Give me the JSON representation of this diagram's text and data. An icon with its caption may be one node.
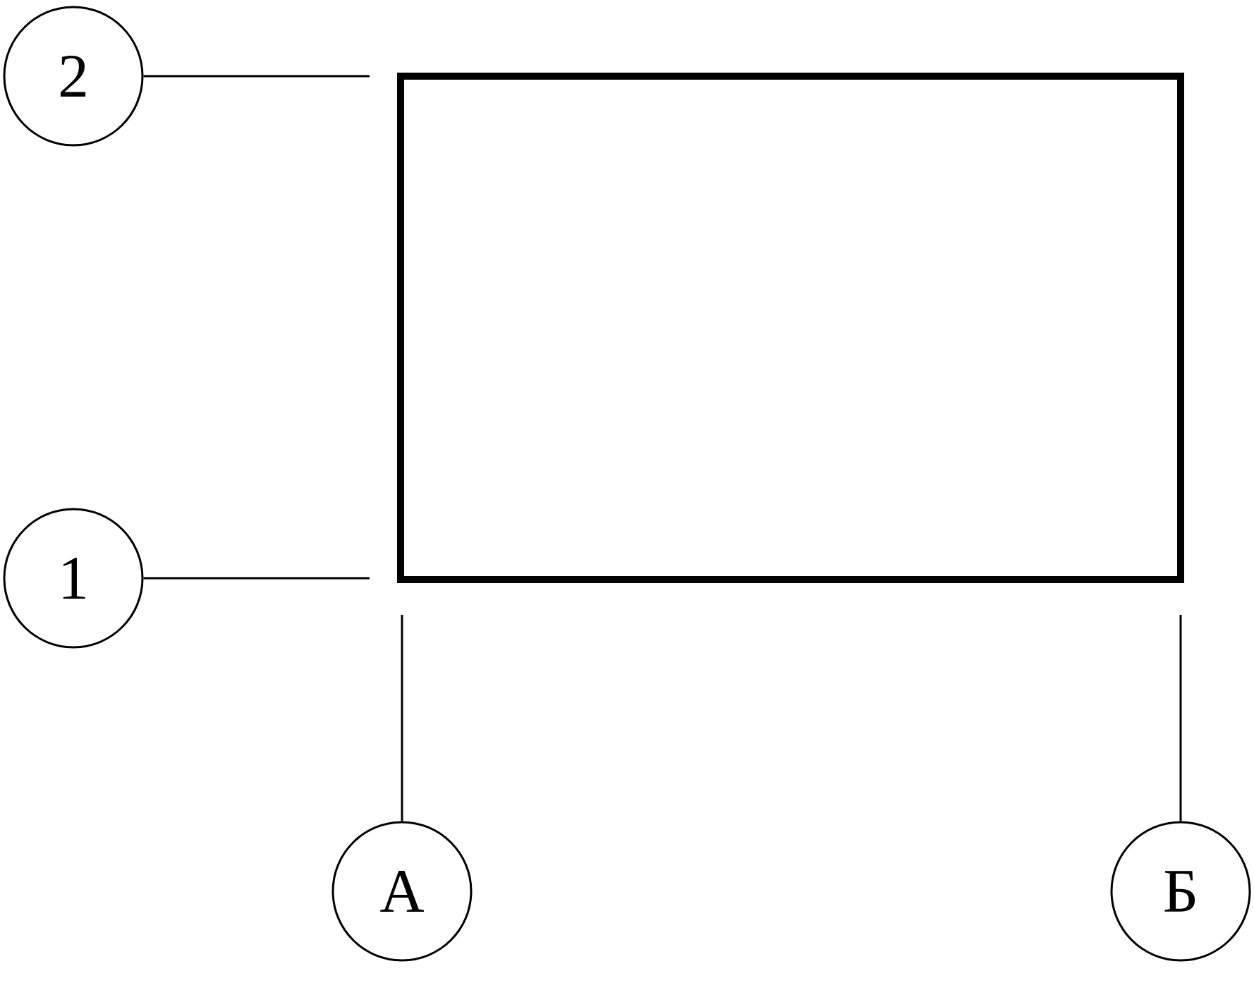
{
  "diagram": {
    "nodes": [
      {
        "text": [],
        "shape": "box"
      },
      {
        "text": [
          "2"
        ]
      },
      {
        "text": [
          "1"
        ]
      },
      {
        "text": [
          "А"
        ]
      },
      {
        "text": [
          "Б"
        ]
      }
    ],
    "edges": [
      {
        "from": 1,
        "to": 0,
        "arrow": "none"
      },
      {
        "from": 2,
        "to": 0,
        "arrow": "none"
      },
      {
        "from": 3,
        "to": 0,
        "arrow": "none"
      },
      {
        "from": 4,
        "to": 0,
        "arrow": "none"
      }
    ]
  }
}
